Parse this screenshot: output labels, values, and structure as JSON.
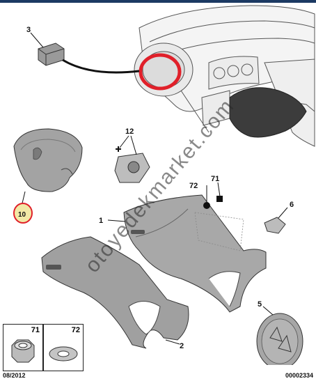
{
  "callouts": {
    "c1": "1",
    "c2": "2",
    "c3": "3",
    "c5": "5",
    "c6": "6",
    "c10": "10",
    "c12": "12",
    "c71": "71",
    "c72": "72"
  },
  "legend": {
    "box_71": "71",
    "box_72": "72"
  },
  "footer": {
    "date": "08/2012",
    "code": "00002334"
  },
  "watermark": "otoyedekmarket.com",
  "colors": {
    "highlight": "#e0202a",
    "header_bar": "#1c3a63",
    "part_gray": "#9a9a9a",
    "badge_yellow": "#f2e9a6"
  }
}
